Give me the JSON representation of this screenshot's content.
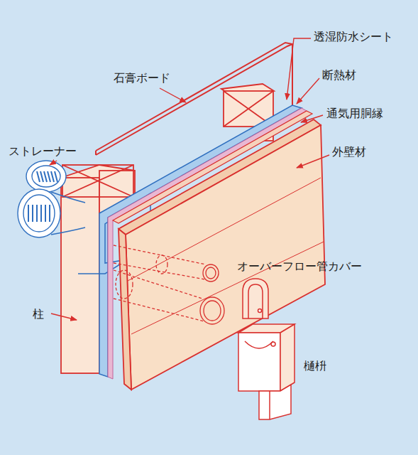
{
  "diagram": {
    "labels": [
      "透湿防水シート",
      "石膏ボード",
      "断熱材",
      "通気用胴縁",
      "ストレーナー",
      "外壁材",
      "オーバーフロー管カバー",
      "柱",
      "樋枡"
    ]
  }
}
